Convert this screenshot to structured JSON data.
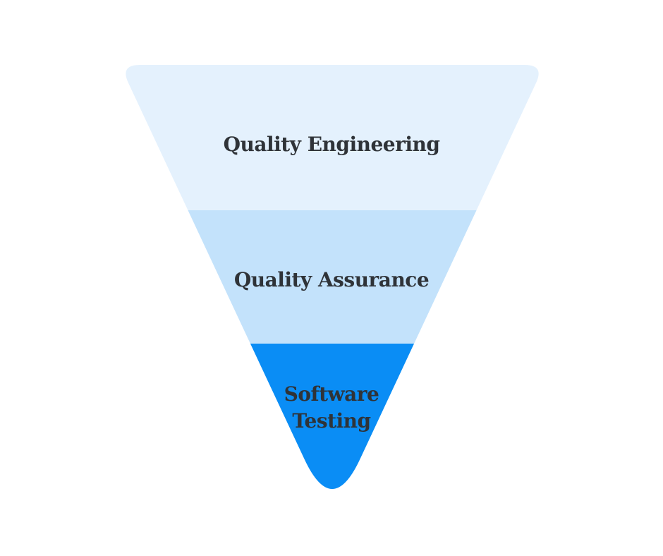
{
  "diagram": {
    "type": "inverted-pyramid-funnel",
    "background_color": "#ffffff",
    "text_color": "#2f3338",
    "layers": [
      {
        "label": "Quality Engineering",
        "color": "#e4f1fd"
      },
      {
        "label": "Quality Assurance",
        "color": "#c3e2fb"
      },
      {
        "label": "Software Testing",
        "color": "#0a8df5"
      }
    ]
  }
}
